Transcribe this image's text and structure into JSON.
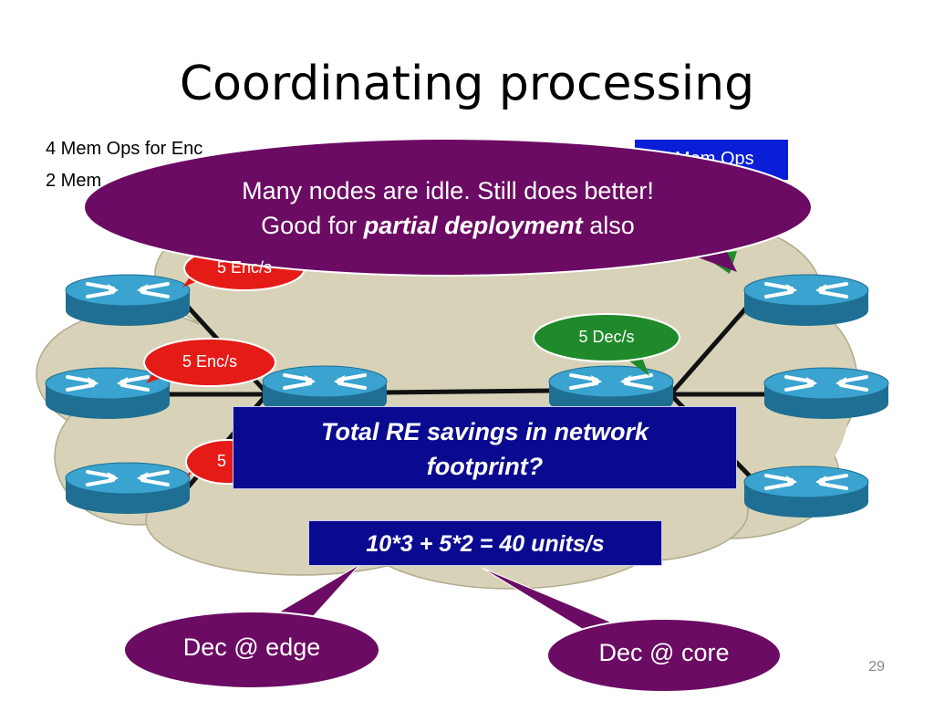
{
  "title": "Coordinating processing",
  "mem_ops": {
    "line1": "4 Mem Ops for Enc",
    "line2": "2 Mem",
    "box_label": "Mem Ops"
  },
  "callouts": {
    "enc_top": "5 Enc/s",
    "enc_mid": "5 Enc/s",
    "enc_bottom": "5",
    "dec_mid": "5 Dec/s"
  },
  "idle_note": {
    "line1": "Many nodes are idle. Still does better!",
    "line2_prefix": "Good for ",
    "line2_emphasis": "partial deployment",
    "line2_suffix": " also"
  },
  "question": {
    "line1": "Total RE savings in network",
    "line2": "footprint?"
  },
  "formula": "10*3 + 5*2 = 40 units/s",
  "dec_edge": "Dec @ edge",
  "dec_core": "Dec @ core",
  "page_number": "29",
  "colors": {
    "cloud": "#d8d3b8",
    "router_blue": "#3aa3cf",
    "router_dark": "#1e6f93",
    "enc_red": "#e51b17",
    "dec_green": "#1f8a2a",
    "callout_purple": "#6b0b63",
    "box_navy": "#0a0a90",
    "box_blue": "#0a1ed8"
  }
}
